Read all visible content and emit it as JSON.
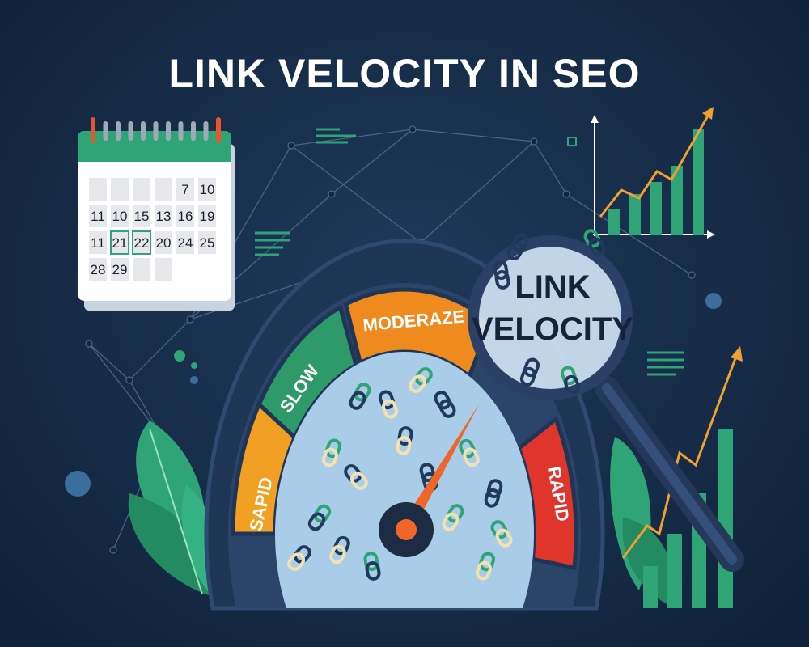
{
  "title": "LINK VELOCITY IN SEO",
  "calendar": {
    "rows": [
      [
        "",
        "",
        "",
        "",
        "7",
        "10"
      ],
      [
        "11",
        "10",
        "15",
        "13",
        "16",
        "19"
      ],
      [
        "11",
        "21",
        "22",
        "20",
        "24",
        "25"
      ],
      [
        "28",
        "29",
        "",
        ""
      ]
    ],
    "highlighted": [
      "21",
      "22"
    ]
  },
  "gauge": {
    "segments": [
      {
        "label": "SAPID",
        "color": "#f2a023"
      },
      {
        "label": "SLOW",
        "color": "#2e9a6a"
      },
      {
        "label": "MODERAZE",
        "color": "#ef8a1f"
      },
      {
        "label": "RAPID",
        "color": "#e0352b"
      }
    ],
    "needle_color": "#f0662a"
  },
  "magnifier": {
    "line1": "LINK",
    "line2": "VELOCITY"
  },
  "colors": {
    "background": "#162c48",
    "accent_green": "#2fa477",
    "accent_orange": "#f0a030",
    "navy": "#24385a"
  }
}
